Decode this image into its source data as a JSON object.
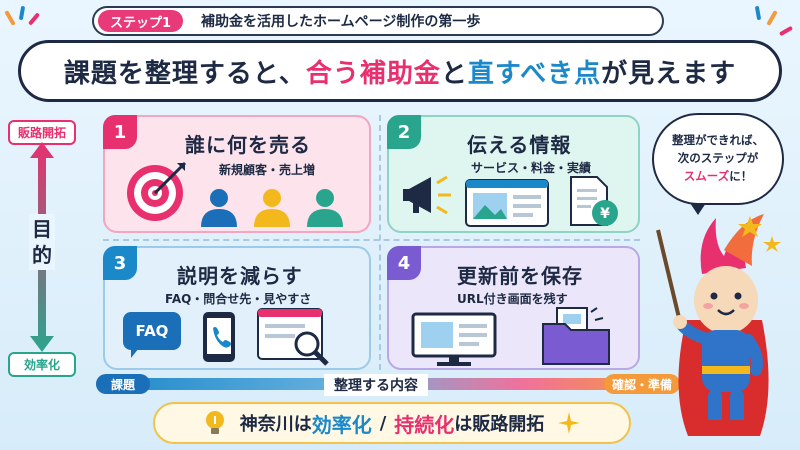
{
  "header": {
    "step_badge": "ステップ1",
    "step_text": "補助金を活用したホームページ制作の第一歩",
    "headline": {
      "part1": "課題を整理すると、",
      "part2": "合う補助金",
      "part3": "と",
      "part4": "直すべき点",
      "part5": "が見えます"
    }
  },
  "axis": {
    "top_label": "販路開拓",
    "middle_label_1": "目",
    "middle_label_2": "的",
    "bottom_label": "効率化"
  },
  "cards": [
    {
      "number": "1",
      "title": "誰に何を売る",
      "subtitle": "新規顧客・売上増"
    },
    {
      "number": "2",
      "title": "伝える情報",
      "subtitle": "サービス・料金・実績"
    },
    {
      "number": "3",
      "title": "説明を減らす",
      "subtitle": "FAQ・問合せ先・見やすさ",
      "faq_text": "FAQ"
    },
    {
      "number": "4",
      "title": "更新前を保存",
      "subtitle": "URL付き画面を残す"
    }
  ],
  "flow": {
    "start": "課題",
    "middle": "整理する内容",
    "end": "確認・準備"
  },
  "footer": {
    "part1": "神奈川は",
    "part2": "効率化",
    "part3": "/",
    "part4": "持続化",
    "part5": "は販路開拓"
  },
  "bubble": {
    "line1": "整理ができれば、",
    "line2": "次のステップが",
    "line3_highlight": "スムーズ",
    "line3_rest": "に！"
  },
  "colors": {
    "pink": "#e8306f",
    "blue": "#1b88c9",
    "teal": "#2aa58d",
    "purple": "#7a5bd1",
    "orange": "#f59a3a",
    "navy": "#1e2a44"
  },
  "icons": [
    "target-icon",
    "people-icon",
    "megaphone-icon",
    "webpage-icon",
    "invoice-yen-icon",
    "faq-bubble-icon",
    "phone-icon",
    "magnifier-page-icon",
    "monitor-icon",
    "folder-icon",
    "lightbulb-icon",
    "sparkle-icon",
    "mascot"
  ]
}
